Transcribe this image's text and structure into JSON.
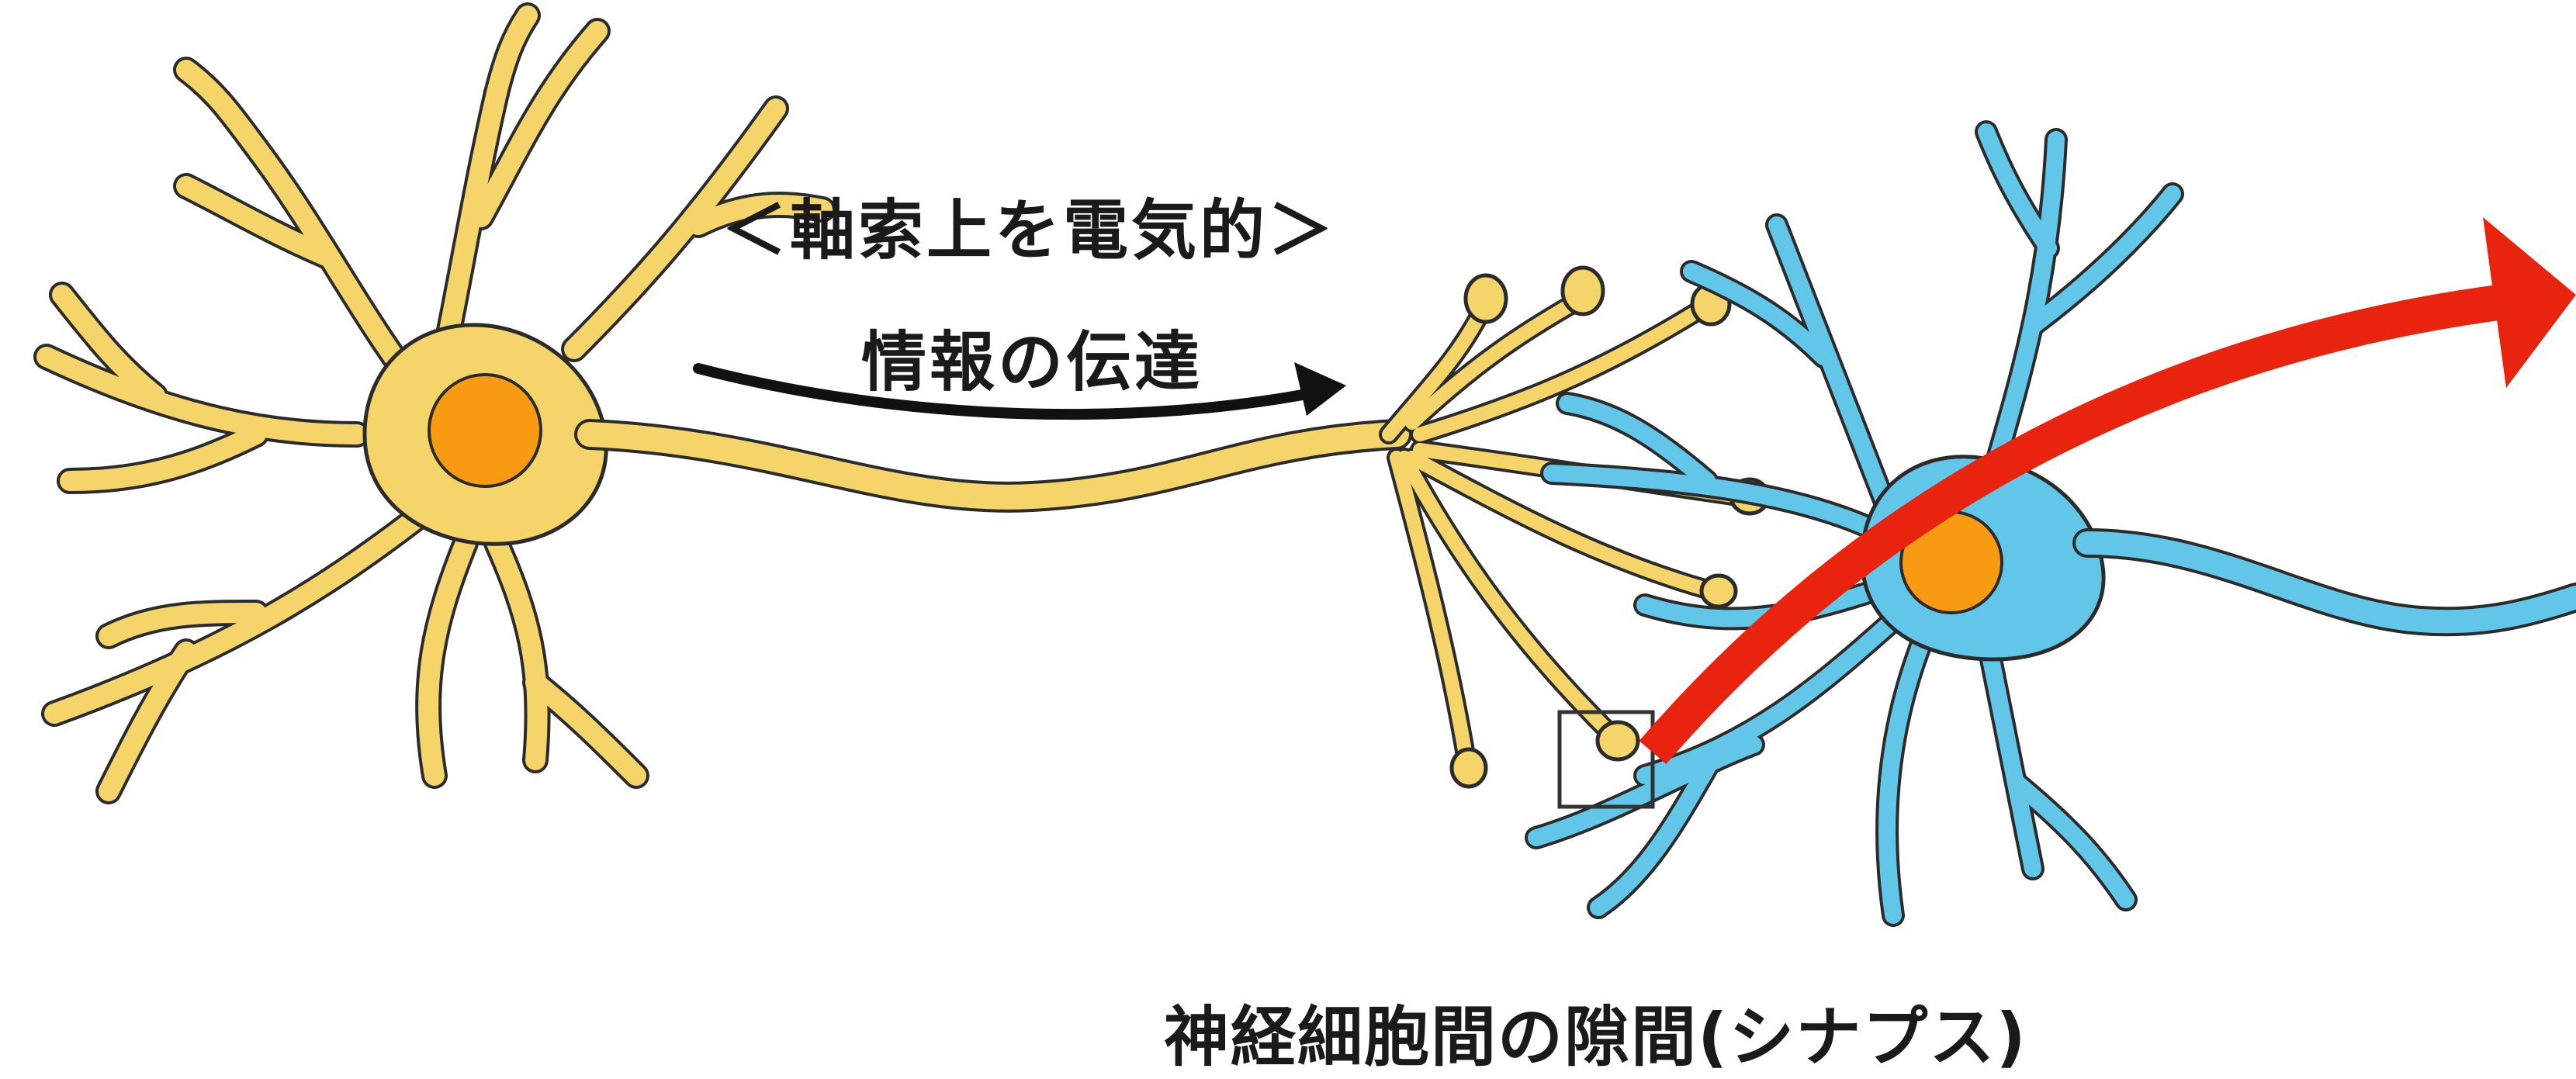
{
  "labels": {
    "axon_conduction_line1": "＜軸索上を電気的＞",
    "axon_conduction_line2": "情報の伝達",
    "synapse": "神経細胞間の隙間(シナプス)"
  },
  "colors": {
    "neuron_presynaptic": "#F5D46A",
    "neuron_postsynaptic": "#62C6E8",
    "nucleus": "#F89B12",
    "outline": "#2b2b2b",
    "transmission_arrow_black": "#111111",
    "transmission_arrow_red": "#E8240F",
    "synapse_box": "#333333",
    "background": "#FFFFFF"
  },
  "icons": {
    "presynaptic_neuron": "yellow-neuron-illustration",
    "postsynaptic_neuron": "blue-neuron-illustration",
    "axon_arrow": "black-curved-arrow",
    "synapse_arrow": "red-curved-arrow",
    "synapse_marker": "square-outline"
  }
}
